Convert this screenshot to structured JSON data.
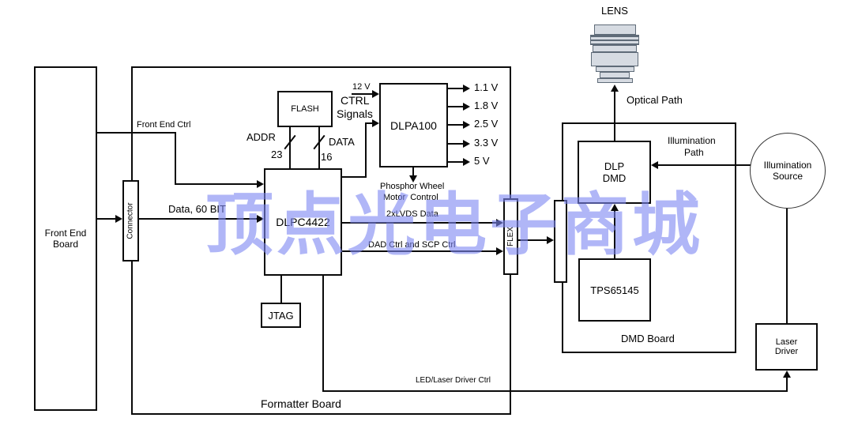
{
  "watermark": {
    "text": "顶点光电子商城",
    "color": "#7d87f2"
  },
  "lens": {
    "label": "LENS"
  },
  "paths": {
    "optical_path": "Optical Path",
    "illumination_path_line1": "Illumination",
    "illumination_path_line2": "Path"
  },
  "boards": {
    "front_end": {
      "line1": "Front End",
      "line2": "Board"
    },
    "formatter": {
      "label": "Formatter Board"
    },
    "dmd": {
      "label": "DMD Board"
    }
  },
  "components": {
    "connector": {
      "label": "Connector"
    },
    "flash": {
      "label": "FLASH"
    },
    "dlpc4422": {
      "label": "DLPC4422"
    },
    "jtag": {
      "label": "JTAG"
    },
    "dlpa100": {
      "label": "DLPA100"
    },
    "flex": {
      "label": "FLEX"
    },
    "dlp_dmd": {
      "line1": "DLP",
      "line2": "DMD"
    },
    "tps65145": {
      "label": "TPS65145"
    },
    "laser_driver": {
      "line1": "Laser",
      "line2": "Driver"
    },
    "illumination_source": {
      "line1": "Illumination",
      "line2": "Source"
    }
  },
  "signals": {
    "front_end_ctrl": "Front End Ctrl",
    "data_60_bit": "Data, 60 BIT",
    "addr": "ADDR",
    "addr_bus_width": "23",
    "data": "DATA",
    "data_bus_width": "16",
    "supply_12v": "12 V",
    "ctrl_line1": "CTRL",
    "ctrl_line2": "Signals",
    "phosphor_line1": "Phosphor Wheel",
    "phosphor_line2": "Motor  Control",
    "lvds": "2xLVDS Data",
    "dad_scp": "DAD Ctrl and SCP Ctrl",
    "led_laser": "LED/Laser Driver Ctrl"
  },
  "power_rails": [
    "1.1 V",
    "1.8 V",
    "2.5 V",
    "3.3 V",
    "5 V"
  ]
}
